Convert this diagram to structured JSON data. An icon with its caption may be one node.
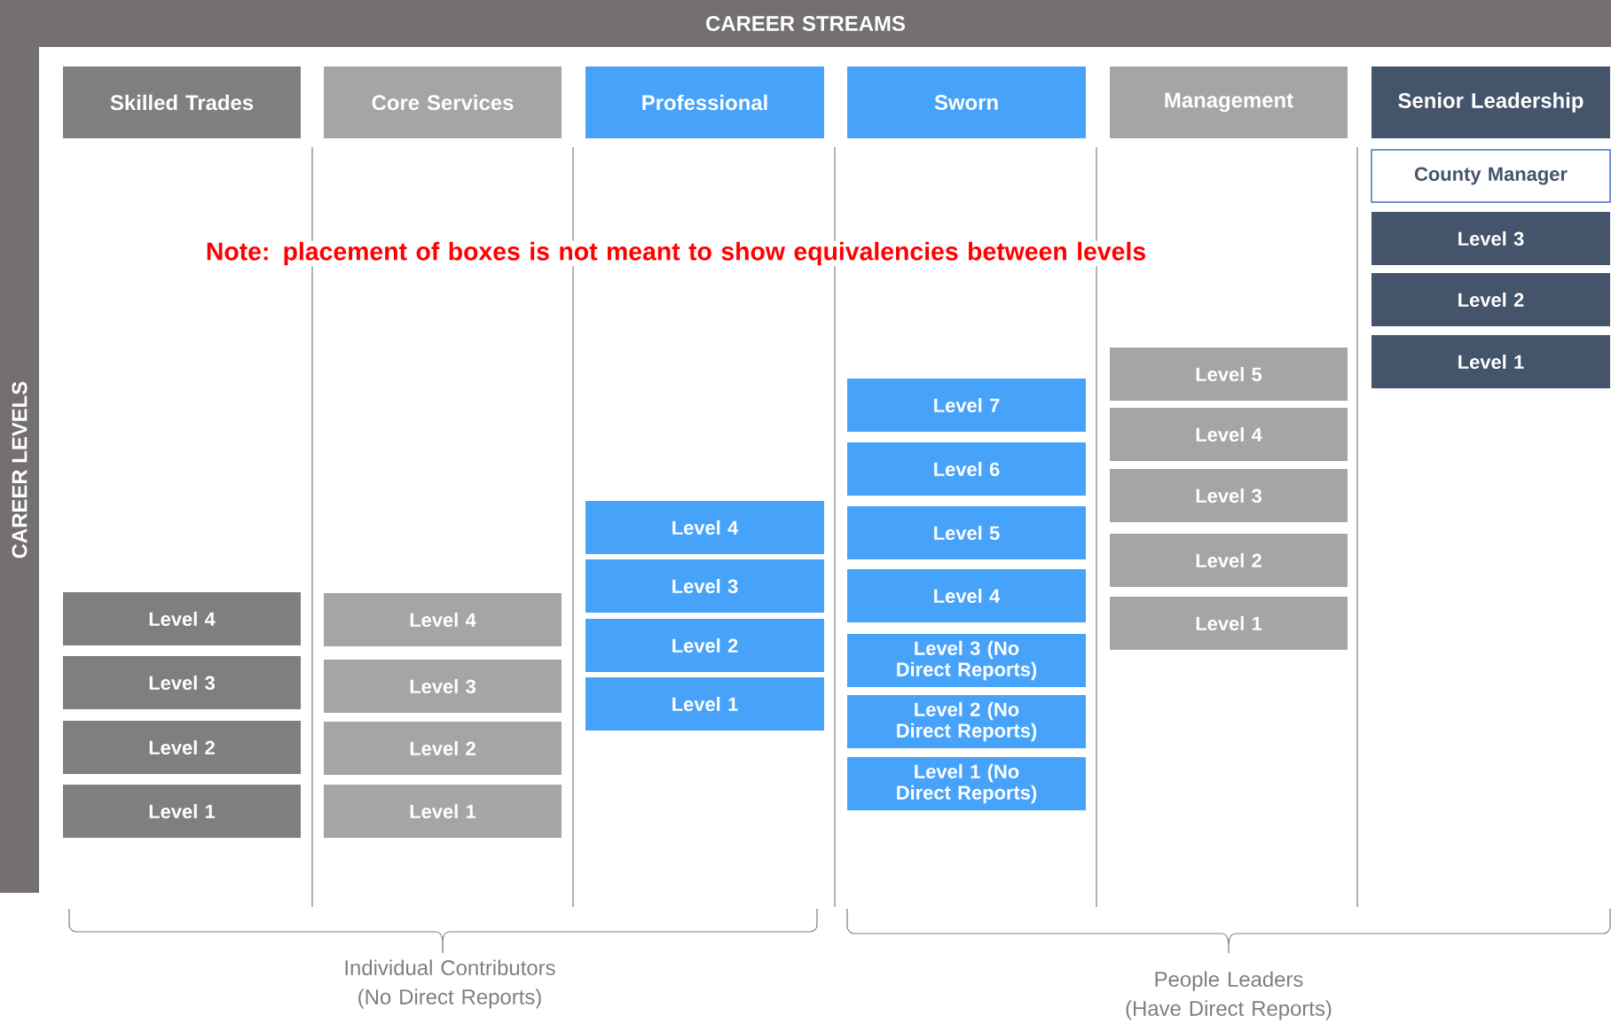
{
  "diagram": {
    "nodes": [
      {
        "text": [
          "CAREER STREAMS"
        ]
      },
      {
        "text": [
          "CAREER LEVELS"
        ]
      },
      {
        "text": [
          "Skilled Trades"
        ]
      },
      {
        "text": [
          "Core Services"
        ]
      },
      {
        "text": [
          "Professional"
        ]
      },
      {
        "text": [
          "Sworn"
        ]
      },
      {
        "text": [
          "Management"
        ]
      },
      {
        "text": [
          "Senior Leadership"
        ]
      },
      {
        "text": [
          "Level 4"
        ]
      },
      {
        "text": [
          "Level 3"
        ]
      },
      {
        "text": [
          "Level 2"
        ]
      },
      {
        "text": [
          "Level 1"
        ]
      },
      {
        "text": [
          "Level 4"
        ]
      },
      {
        "text": [
          "Level 3"
        ]
      },
      {
        "text": [
          "Level 2"
        ]
      },
      {
        "text": [
          "Level 1"
        ]
      },
      {
        "text": [
          "Level 4"
        ]
      },
      {
        "text": [
          "Level 3"
        ]
      },
      {
        "text": [
          "Level 2"
        ]
      },
      {
        "text": [
          "Level 1"
        ]
      },
      {
        "text": [
          "Level 7"
        ]
      },
      {
        "text": [
          "Level 6"
        ]
      },
      {
        "text": [
          "Level 5"
        ]
      },
      {
        "text": [
          "Level 4"
        ]
      },
      {
        "text": [
          "Level 3 (No Direct Reports)"
        ]
      },
      {
        "text": [
          "Level 2 (No Direct Reports)"
        ]
      },
      {
        "text": [
          "Level 1 (No Direct Reports)"
        ]
      },
      {
        "text": [
          "Level 5"
        ]
      },
      {
        "text": [
          "Level 4"
        ]
      },
      {
        "text": [
          "Level 3"
        ]
      },
      {
        "text": [
          "Level 2"
        ]
      },
      {
        "text": [
          "Level 1"
        ]
      },
      {
        "text": [
          "County Manager"
        ]
      },
      {
        "text": [
          "Level 3"
        ]
      },
      {
        "text": [
          "Level 2"
        ]
      },
      {
        "text": [
          "Level 1"
        ]
      }
    ],
    "labels": [
      "Note: placement of boxes is not meant to show equivalencies between levels",
      "Individual Contributors (No Direct Reports)",
      "People Leaders (Have Direct Reports)"
    ]
  }
}
